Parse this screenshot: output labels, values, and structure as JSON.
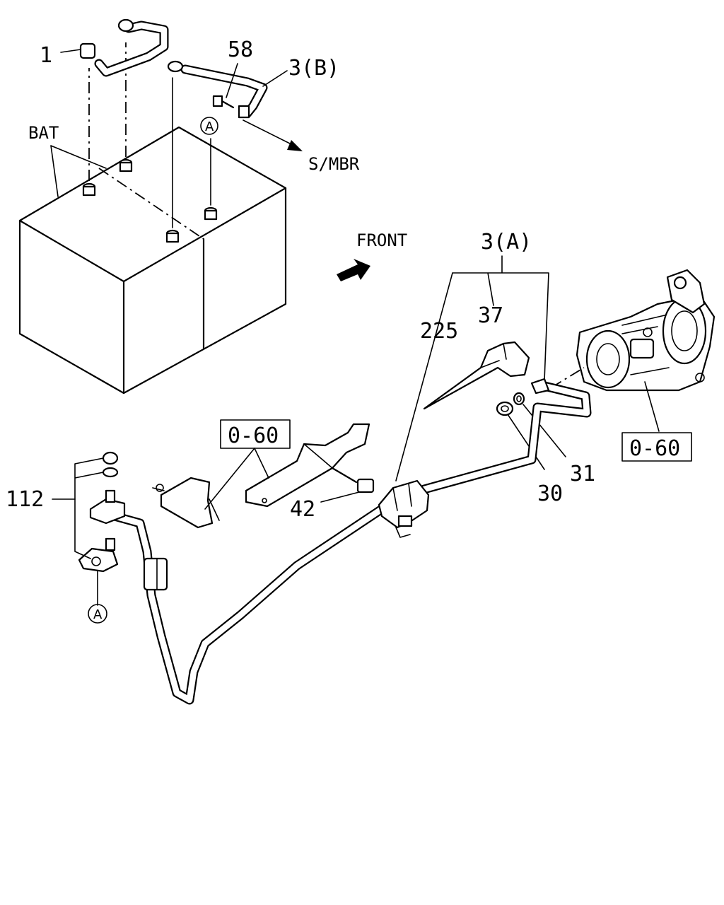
{
  "labels": {
    "part_1": "1",
    "part_58": "58",
    "part_3b": "3(B)",
    "bat": "BAT",
    "ref_a_top": "A",
    "smbr": "S/MBR",
    "front": "FRONT",
    "part_3a": "3(A)",
    "part_225": "225",
    "part_37": "37",
    "ref_060_starter": "0-60",
    "part_31": "31",
    "part_30": "30",
    "ref_060_bracket": "0-60",
    "part_42": "42",
    "part_112": "112",
    "ref_a_bottom": "A"
  }
}
